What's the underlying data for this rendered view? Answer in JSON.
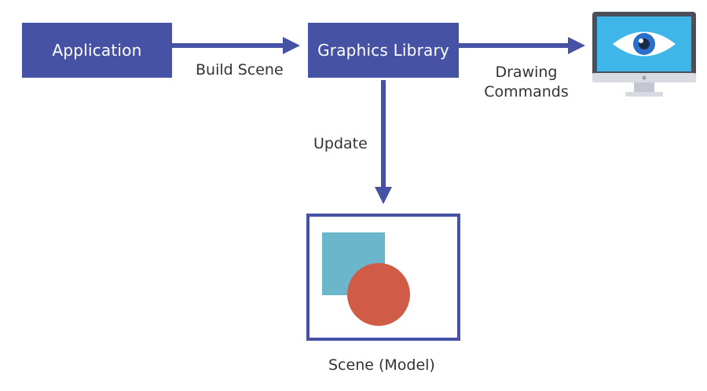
{
  "diagram": {
    "nodes": {
      "application": "Application",
      "graphics_library": "Graphics Library"
    },
    "edges": {
      "build_scene": "Build Scene",
      "drawing_commands_line1": "Drawing",
      "drawing_commands_line2": "Commands",
      "update": "Update"
    },
    "scene": {
      "caption": "Scene (Model)"
    },
    "display": {
      "icon": "monitor-eye-icon"
    }
  },
  "colors": {
    "node_fill": "#4653a5",
    "arrow": "#4653a5",
    "scene_square": "#6cb6cc",
    "scene_circle": "#d05b47",
    "monitor_screen": "#3fb6e8",
    "monitor_frame": "#4a4f5a"
  }
}
